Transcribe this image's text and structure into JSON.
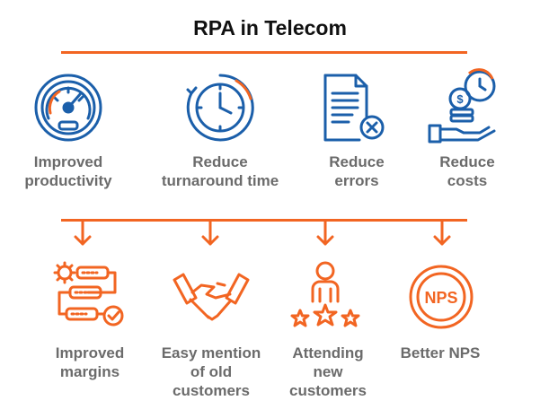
{
  "title": "RPA in Telecom",
  "colors": {
    "blue": "#1B5FAA",
    "orange": "#F26522",
    "text": "#6b6b6b"
  },
  "top_items": [
    {
      "label": "Improved\nproductivity",
      "icon": "speedometer-icon"
    },
    {
      "label": "Reduce\nturnaround time",
      "icon": "clock-cycle-icon"
    },
    {
      "label": "Reduce\nerrors",
      "icon": "document-error-icon"
    },
    {
      "label": "Reduce\ncosts",
      "icon": "coins-clock-icon"
    }
  ],
  "bottom_items": [
    {
      "label": "Improved\nmargins",
      "icon": "gear-process-icon"
    },
    {
      "label": "Easy mention\nof old\ncustomers",
      "icon": "handshake-icon"
    },
    {
      "label": "Attending\nnew\ncustomers",
      "icon": "person-stars-icon"
    },
    {
      "label": "Better NPS",
      "icon": "nps-badge-icon",
      "badge": "NPS"
    }
  ]
}
